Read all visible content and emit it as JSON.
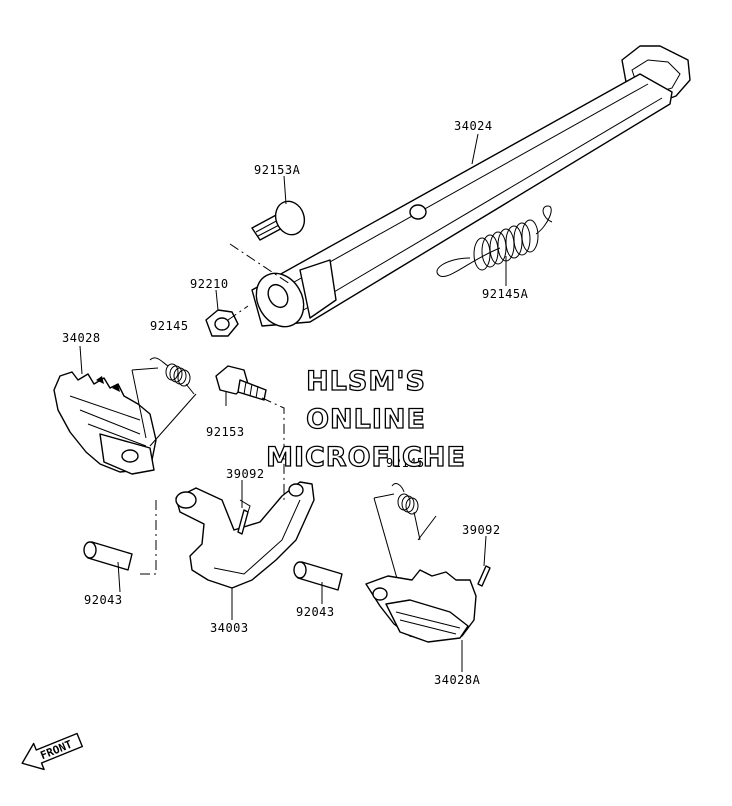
{
  "parts": {
    "p34024": "34024",
    "p92153A": "92153A",
    "p92210": "92210",
    "p92145A": "92145A",
    "p34028": "34028",
    "p92145_left": "92145",
    "p92153": "92153",
    "p39092_left": "39092",
    "p92043_left": "92043",
    "p34003": "34003",
    "p92145_right": "92145",
    "p39092_right": "39092",
    "p92043_right": "92043",
    "p34028A": "34028A"
  },
  "watermark": {
    "line1": "HLSM'S",
    "line2": "ONLINE",
    "line3": "MICROFICHE"
  },
  "front_label": "FRONT"
}
